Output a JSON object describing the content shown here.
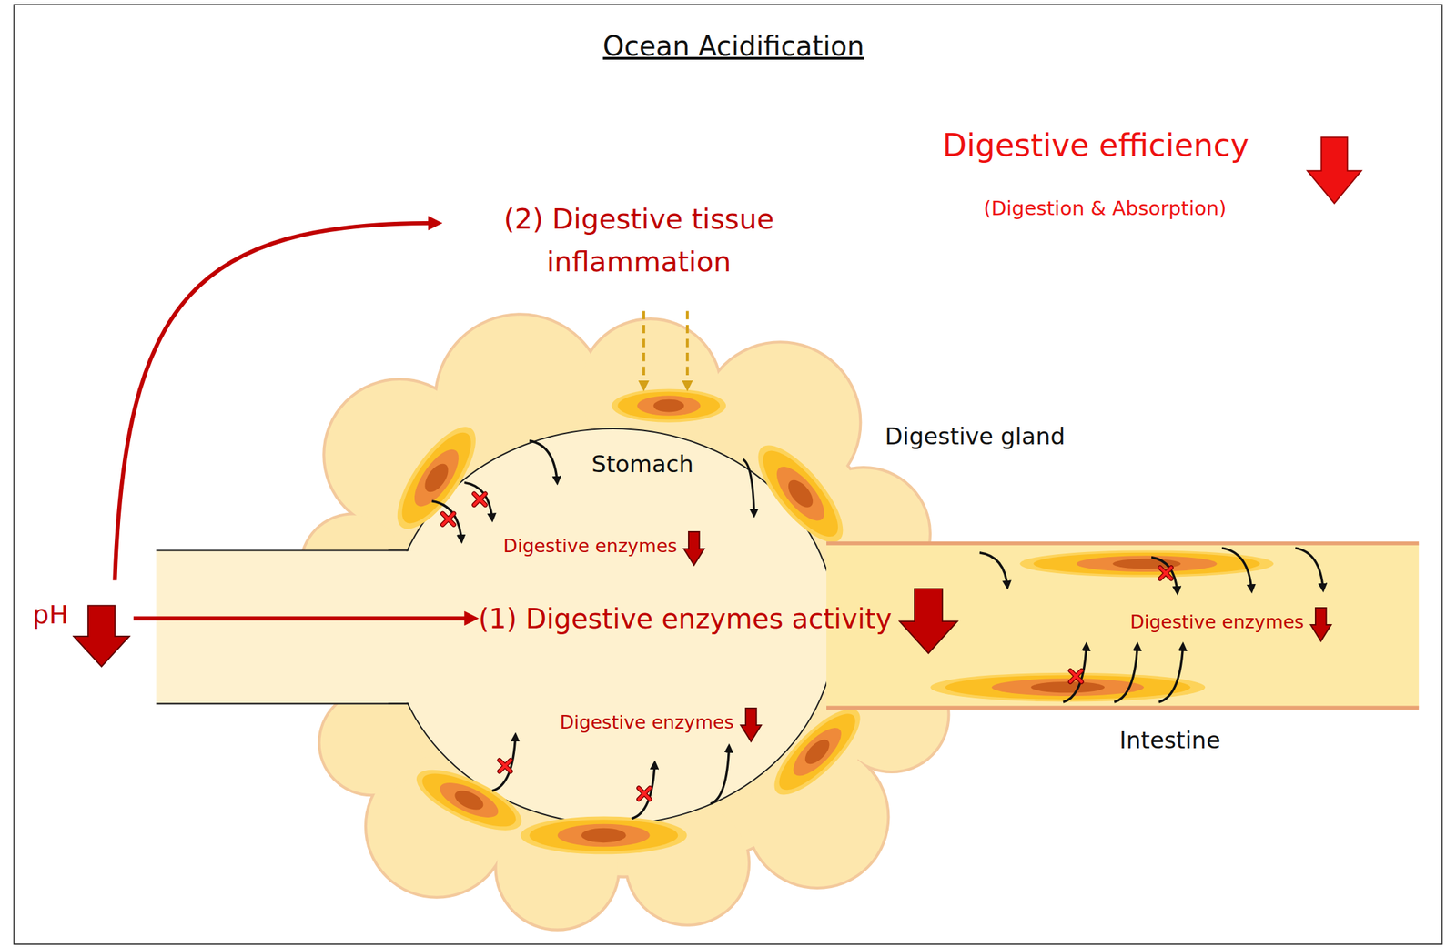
{
  "diagram": {
    "title": "Ocean Acidification",
    "nodes": [
      {
        "text": [
          "pH"
        ]
      },
      {
        "text": [
          "(2) Digestive tissue inflammation"
        ]
      },
      {
        "text": [
          "Digestive gland"
        ]
      },
      {
        "text": [
          "Stomach",
          "Digestive enzymes",
          "Digestive enzymes"
        ],
        "in": 2
      },
      {
        "text": [
          "(1) Digestive enzymes activity"
        ]
      },
      {
        "text": [
          "Digestive enzymes",
          "Intestine"
        ]
      }
    ],
    "edges": [
      {
        "from": 0,
        "to": 4,
        "arrow": "to"
      },
      {
        "from": 0,
        "to": 1,
        "arrow": "to"
      }
    ],
    "labels": [
      "Digestive efficiency",
      "(Digestion & Absorption)"
    ]
  }
}
